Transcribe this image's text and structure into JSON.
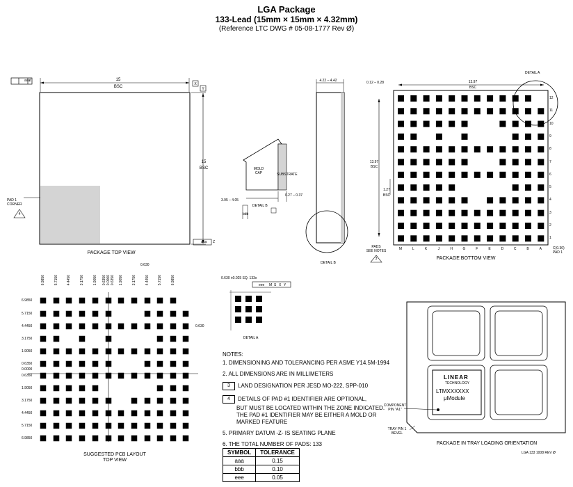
{
  "title": {
    "line1": "LGA Package",
    "line2": "133-Lead (15mm × 15mm × 4.32mm)",
    "line3": "(Reference LTC DWG # 05-08-1777 Rev Ø)"
  },
  "top_view": {
    "caption": "PACKAGE TOP VIEW",
    "width_dim": "15",
    "width_note": "BSC",
    "height_dim": "15",
    "height_note": "BSC",
    "pad1_label": "PAD 1\nCORNER",
    "pad1_note": "4",
    "datum_x": "X",
    "datum_y": "Y",
    "datum_z": "Z",
    "frame_aaa": "aaa",
    "frame_aaa2": "aaa"
  },
  "side_view": {
    "thickness_dim": "4.22 – 4.42",
    "mold_cap": "MOLD\nCAP",
    "substrate": "SUBSTRATE",
    "dim_395": "3.95 – 4.05",
    "dim_027": "0.27 – 0.37",
    "detail_b": "DETAIL B",
    "detail_b_caption": "DETAIL B",
    "bbb": "bbb",
    "datum_z": "Z"
  },
  "bottom_view": {
    "caption": "PACKAGE BOTTOM VIEW",
    "width_dim": "13.97",
    "width_note": "BSC",
    "height_dim": "13.97",
    "height_note": "BSC",
    "pitch_dim": "1.27",
    "pitch_note": "BSC",
    "pad_dim": "0.12 – 0.28",
    "detail_a": "DETAIL A",
    "pads_note": "PADS\nSEE NOTES",
    "pads_note_num": "3",
    "corner_note": "C(0.30)\nPAD 1",
    "columns": [
      "M",
      "L",
      "K",
      "J",
      "H",
      "G",
      "F",
      "E",
      "D",
      "C",
      "B",
      "A"
    ],
    "rows": [
      "12",
      "11",
      "10",
      "9",
      "8",
      "7",
      "6",
      "5",
      "4",
      "3",
      "2",
      "1"
    ]
  },
  "pcb_layout": {
    "caption": "SUGGESTED PCB LAYOUT\nTOP VIEW",
    "top_labels": [
      "6.9850",
      "5.7150",
      "4.4450",
      "3.1750",
      "1.9050",
      "0.6350",
      "0.0000",
      "0.6350",
      "1.9050",
      "3.1750",
      "4.4450",
      "5.7150",
      "6.9850"
    ],
    "left_labels": [
      "6.9850",
      "5.7150",
      "4.4450",
      "3.1750",
      "1.9050",
      "0.6350",
      "0.0000",
      "0.6350",
      "1.9050",
      "3.1750",
      "4.4450",
      "5.7150",
      "6.9850"
    ],
    "pitch_top": "0.630",
    "pitch_right": "0.630"
  },
  "detail_a": {
    "caption": "DETAIL A",
    "dim": "0.630 ±0.025 SQ. 133x",
    "frame": "eee",
    "frame_m": "M",
    "frame_s": "S",
    "frame_x": "X",
    "frame_y": "Y"
  },
  "notes": {
    "heading": "NOTES:",
    "n1": "1. DIMENSIONING AND TOLERANCING PER ASME Y14.5M-1994",
    "n2": "2. ALL DIMENSIONS ARE IN MILLIMETERS",
    "n3_num": "3",
    "n3": "LAND DESIGNATION PER JESD MO-222, SPP-010",
    "n4_num": "4",
    "n4a": "DETAILS OF PAD #1 IDENTIFIER ARE OPTIONAL,",
    "n4b": "BUT MUST BE LOCATED WITHIN THE ZONE INDICATED.",
    "n4c": "THE PAD #1 IDENTIFIER MAY BE EITHER A MOLD OR",
    "n4d": "MARKED FEATURE",
    "n5": "5. PRIMARY DATUM -Z- IS SEATING PLANE",
    "n6": "6. THE TOTAL NUMBER OF PADS: 133"
  },
  "tolerance": {
    "headers": [
      "SYMBOL",
      "TOLERANCE"
    ],
    "rows": [
      [
        "aaa",
        "0.15"
      ],
      [
        "bbb",
        "0.10"
      ],
      [
        "eee",
        "0.05"
      ]
    ]
  },
  "tray": {
    "caption": "PACKAGE IN TRAY LOADING ORIENTATION",
    "brand": "LINEAR",
    "brand_sub": "TECHNOLOGY",
    "part": "LTMXXXXXX",
    "part_sub": "μModule",
    "component_pin": "COMPONENT\nPIN \"A1\"",
    "tray_pin": "TRAY PIN 1\nBEVEL",
    "drawing_ref": "LGA 133 1008 REV Ø"
  }
}
